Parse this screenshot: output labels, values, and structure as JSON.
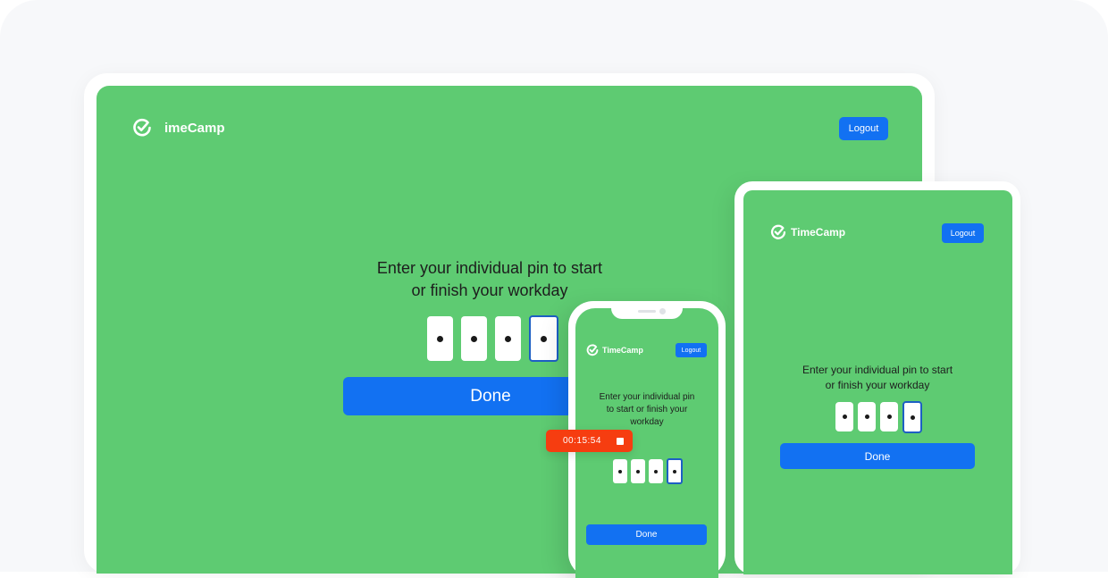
{
  "colors": {
    "screen_green": "#5ecb72",
    "button_blue": "#1271f2",
    "timer_red": "#f63d10",
    "pin_active_border": "#1d5fc4"
  },
  "desktop": {
    "logo_text": "imeCamp",
    "logout_label": "Logout",
    "prompt_line1": "Enter your individual pin to start",
    "prompt_line2": "or finish your  workday",
    "done_label": "Done",
    "pin_count": 4
  },
  "tablet": {
    "logo_text": "TimeCamp",
    "logout_label": "Logout",
    "prompt_line1": "Enter your individual pin to start",
    "prompt_line2": "or finish your  workday",
    "done_label": "Done",
    "pin_count": 4
  },
  "phone": {
    "logo_text": "TimeCamp",
    "logout_label": "Logout",
    "prompt_line1": "Enter your individual pin",
    "prompt_line2": "to start or finish your",
    "prompt_line3": "workday",
    "done_label": "Done",
    "pin_count": 4
  },
  "timer": {
    "time": "00:15:54",
    "stop_icon": "stop-icon"
  }
}
